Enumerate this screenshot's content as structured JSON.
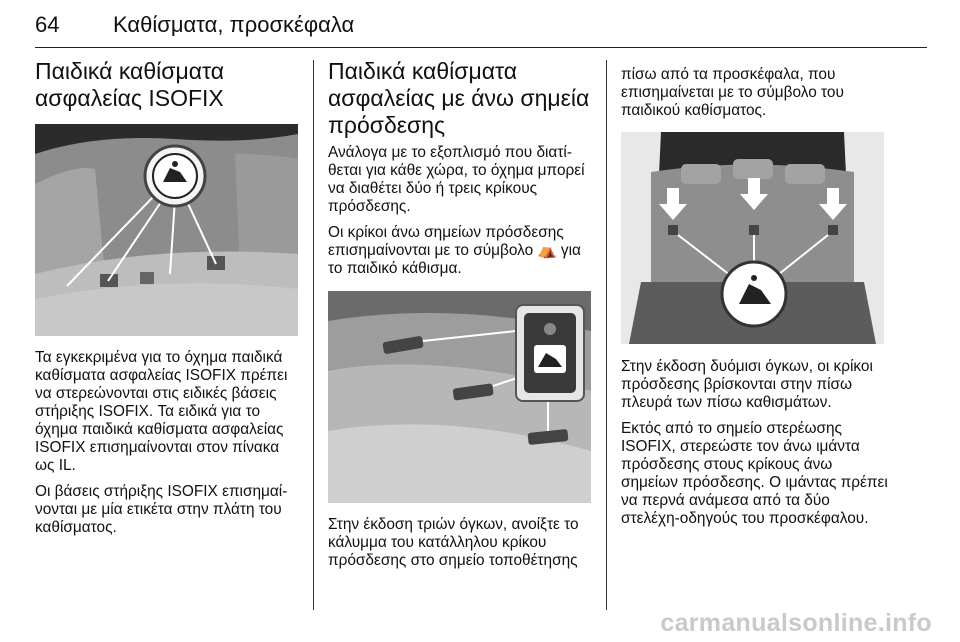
{
  "header": {
    "page_number": "64",
    "running_title": "Καθίσματα, προσκέφαλα"
  },
  "column1": {
    "heading_line1": "Παιδικά καθίσματα",
    "heading_line2": "ασφαλείας ISOFIX",
    "paragraph1": "Τα εγκεκριμένα για το όχημα παιδικά καθίσματα ασφαλείας ISOFIX πρέπει να στερεώνονται στις ειδικές βάσεις στήριξης ISOFIX. Τα ειδικά για το όχημα παιδικά καθίσματα ασφαλείας ISOFIX επισημαίνονται στον πίνακα ως IL.",
    "paragraph2": "Οι βάσεις στήριξης ISOFIX επισημαί-νονται με μία ετικέτα στην πλάτη του καθίσματος."
  },
  "column2": {
    "heading_line1": "Παιδικά καθίσματα",
    "heading_line2": "ασφαλείας με άνω σημεία",
    "heading_line3": "πρόσδεσης",
    "paragraph1": "Ανάλογα με το εξοπλισμό που διατί-θεται για κάθε χώρα, το όχημα μπορεί να διαθέτει δύο ή τρεις κρίκους πρόσδεσης.",
    "paragraph2": "Οι κρίκοι άνω σημείων πρόσδεσης επισημαίνονται με το σύμβολο ⛺ για το παιδικό κάθισμα.",
    "paragraph3": "Στην έκδοση τριών όγκων, ανοίξτε το κάλυμμα του κατάλληλου κρίκου πρόσδεσης στο σημείο τοποθέτησης"
  },
  "column3": {
    "paragraph1": "πίσω από τα προσκέφαλα, που επισημαίνεται με το σύμβολο του παιδικού καθίσματος.",
    "paragraph2": "Στην έκδοση δυόμισι όγκων, οι κρίκοι πρόσδεσης βρίσκονται στην πίσω πλευρά των πίσω καθισμάτων.",
    "paragraph3": "Εκτός από το σημείο στερέωσης ISOFIX, στερεώστε τον άνω ιμάντα πρόσδεσης στους κρίκους άνω σημείων πρόσδεσης. Ο ιμάντας πρέπει να περνά ανάμεσα από τα δύο στελέχη-οδηγούς του προσκέφαλου."
  },
  "watermark": "carmanualsonline.info"
}
